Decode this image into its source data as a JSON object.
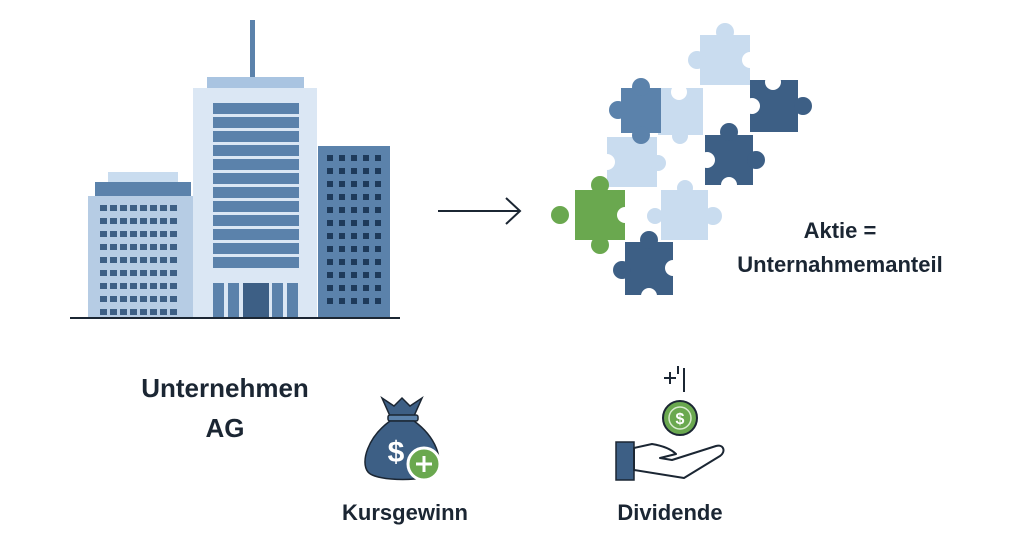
{
  "company": {
    "name_line1": "Unternehmen",
    "name_line2": "AG",
    "icon": "office-buildings-icon"
  },
  "arrow": {
    "icon": "arrow-right-icon"
  },
  "puzzle": {
    "icon": "puzzle-pieces-icon",
    "caption_line1": "Aktie =",
    "caption_line2": "Unternahmemanteil"
  },
  "benefits": [
    {
      "label": "Kursgewinn",
      "icon": "money-bag-plus-icon"
    },
    {
      "label": "Dividende",
      "icon": "hand-receiving-coin-icon"
    }
  ],
  "colors": {
    "dark_blue": "#3d5f85",
    "mid_blue": "#5b82ab",
    "light_blue": "#c9dcef",
    "pale_blue": "#dbe7f4",
    "green": "#6aa84f",
    "text": "#1b2633"
  }
}
